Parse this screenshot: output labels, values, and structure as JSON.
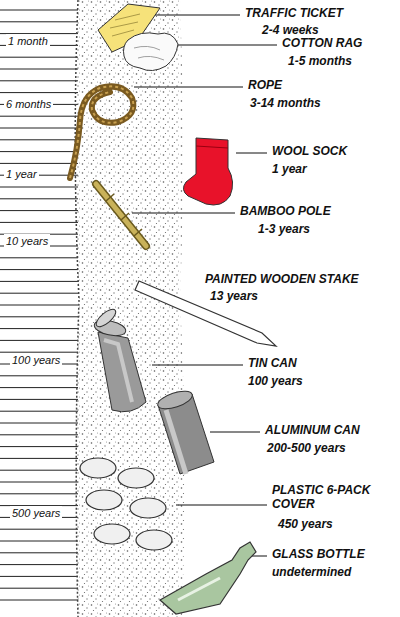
{
  "diagram": {
    "labels": [
      "1 month",
      "6 months",
      "1 year",
      "10 years",
      "100 years",
      "500 years",
      "TRAFFIC TICKET",
      "2-4 weeks",
      "COTTON RAG",
      "1-5 months",
      "ROPE",
      "3-14 months",
      "WOOL SOCK",
      "1 year",
      "BAMBOO POLE",
      "1-3 years",
      "PAINTED WOODEN STAKE",
      "13 years",
      "TIN CAN",
      "100 years",
      "ALUMINUM CAN",
      "200-500 years",
      "PLASTIC 6-PACK COVER",
      "450 years",
      "GLASS BOTTLE",
      "undetermined"
    ]
  }
}
